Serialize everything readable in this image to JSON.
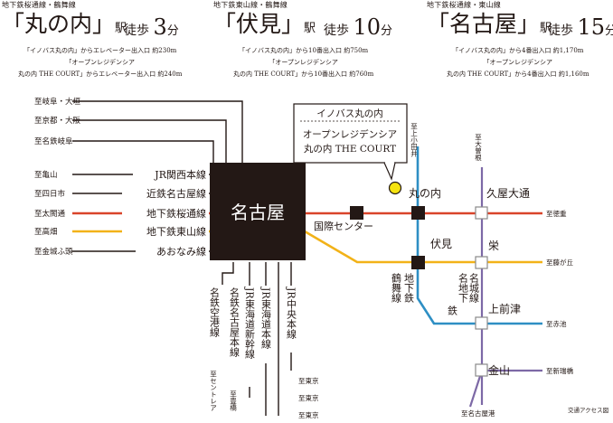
{
  "stations_header": [
    {
      "lines": "地下鉄桜通線・鶴舞線",
      "name": "丸の内",
      "eki": "駅",
      "walk_prefix": "徒歩",
      "walk_min": "3",
      "unit": "分",
      "note1": "「イノバス丸の内」からエレベーター出入口 約230m",
      "note2": "「オープンレジデンシア",
      "note3": "丸の内 THE COURT」からエレベーター出入口 約240m"
    },
    {
      "lines": "地下鉄東山線・鶴舞線",
      "name": "伏見",
      "eki": "駅",
      "walk_prefix": "徒歩",
      "walk_min": "10",
      "unit": "分",
      "note1": "「イノバス丸の内」から10番出入口 約750m",
      "note2": "「オープンレジデンシア",
      "note3": "丸の内 THE COURT」から10番出入口 約760m"
    },
    {
      "lines": "地下鉄桜通線・東山線",
      "name": "名古屋",
      "eki": "駅",
      "walk_prefix": "徒歩",
      "walk_min": "15",
      "unit": "分",
      "note1": "「イノバス丸の内」から4番出入口 約1,170m",
      "note2": "「オープンレジデンシア",
      "note3": "丸の内 THE COURT」から4番出入口 約1,160m"
    }
  ],
  "map": {
    "hub": "名古屋",
    "callout_line1": "イノバス丸の内",
    "callout_line2": "オープンレジデンシア",
    "callout_line3": "丸の内 THE COURT",
    "left_destinations": [
      "至岐阜・大垣",
      "至京都・大阪",
      "至名鉄岐阜",
      "至亀山",
      "至四日市",
      "至太閤通",
      "至高畑",
      "至金城ふ頭"
    ],
    "left_lines": [
      "JR関西本線",
      "近鉄名古屋線",
      "地下鉄桜通線",
      "地下鉄東山線",
      "あおなみ線"
    ],
    "down_lines": [
      "名鉄空港線",
      "名鉄名古屋本線",
      "JR東海道新幹線",
      "JR東海道本線",
      "JR中央本線"
    ],
    "down_destinations": [
      "至セントレア",
      "至豊橋",
      "至東京",
      "至東京",
      "至東京"
    ],
    "stations": [
      "国際センター",
      "丸の内",
      "久屋大通",
      "伏見",
      "栄",
      "上前津",
      "金山"
    ],
    "vertical_labels": {
      "tsurumai": "鶴舞線",
      "chikatetsu": "地下鉄",
      "meijo1": "名城線",
      "meijo_prefix": "名地下",
      "meijo_suffix": "鉄"
    },
    "right_destinations": [
      "至上小田井",
      "至大曽根",
      "至徳重",
      "至藤が丘",
      "至赤池",
      "至新瑞橋",
      "至名古屋港"
    ],
    "footer": "交通アクセス図"
  },
  "colors": {
    "sakura": "#d9442a",
    "higashiyama": "#f2b218",
    "tsurumai": "#2e8fc4",
    "meijo": "#7d69a6",
    "jr": "#231815",
    "gray": "#8a8a8a"
  }
}
